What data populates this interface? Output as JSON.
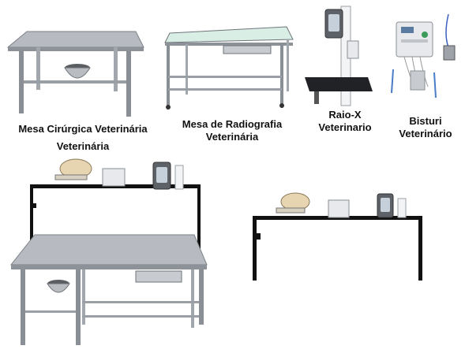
{
  "captions": {
    "surgical_table_line1": "Mesa Cirúrgica Veterinária",
    "surgical_table_line2": "Veterinária",
    "radiography_table_line1": "Mesa de Radiografia",
    "radiography_table_line2": "Veterinária",
    "xray_line1": "Raio-X",
    "xray_line2": "Veterinario",
    "scalpel_line1": "Bisturi",
    "scalpel_line2": "Veterinário"
  },
  "colors": {
    "steel": "#a9adb3",
    "steel_dark": "#6f747a",
    "frame_black": "#111111",
    "glass_top": "#d9efe6",
    "device_panel": "#e7e9ec"
  }
}
